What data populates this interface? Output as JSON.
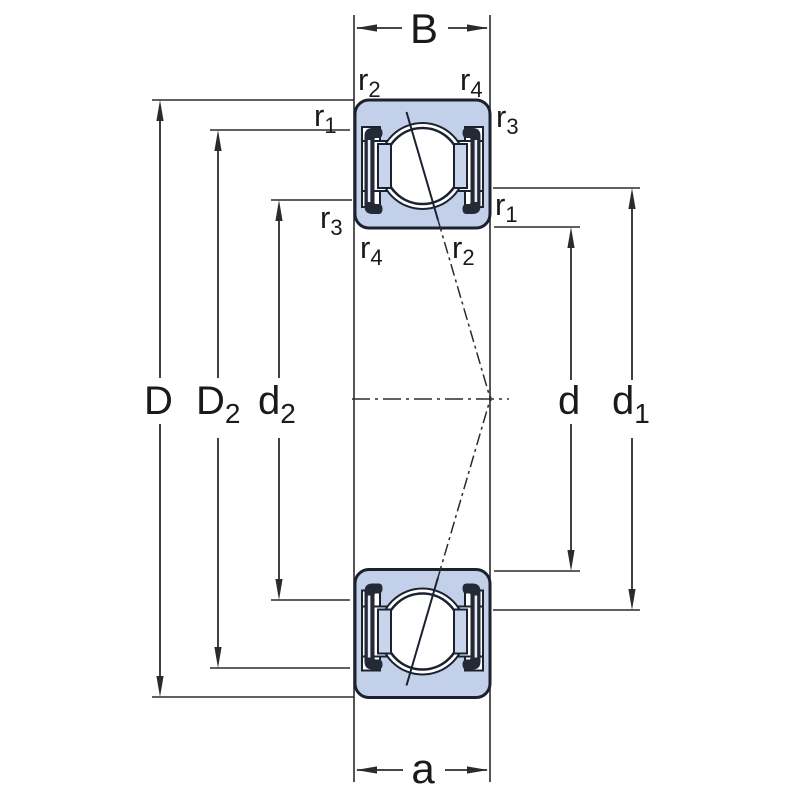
{
  "title": "Angular contact ball bearing cross-section dimension diagram",
  "labels": {
    "B": {
      "base": "B"
    },
    "a": {
      "base": "a"
    },
    "D": {
      "base": "D"
    },
    "D2": {
      "base": "D",
      "sub": "2"
    },
    "d2": {
      "base": "d",
      "sub": "2"
    },
    "d": {
      "base": "d"
    },
    "d1": {
      "base": "d",
      "sub": "1"
    },
    "r1": {
      "base": "r",
      "sub": "1"
    },
    "r2": {
      "base": "r",
      "sub": "2"
    },
    "r3": {
      "base": "r",
      "sub": "3"
    },
    "r4": {
      "base": "r",
      "sub": "4"
    }
  },
  "colors": {
    "ring_fill": "#c3d0ea",
    "cage_fill": "#c9d5ec",
    "ball_fill": "#ffffff",
    "seal_fill": "#242936",
    "seal_highlight": "#e8edf7",
    "outline": "#1c2130",
    "dimension_line": "#2b2b2b",
    "background": "#ffffff"
  }
}
